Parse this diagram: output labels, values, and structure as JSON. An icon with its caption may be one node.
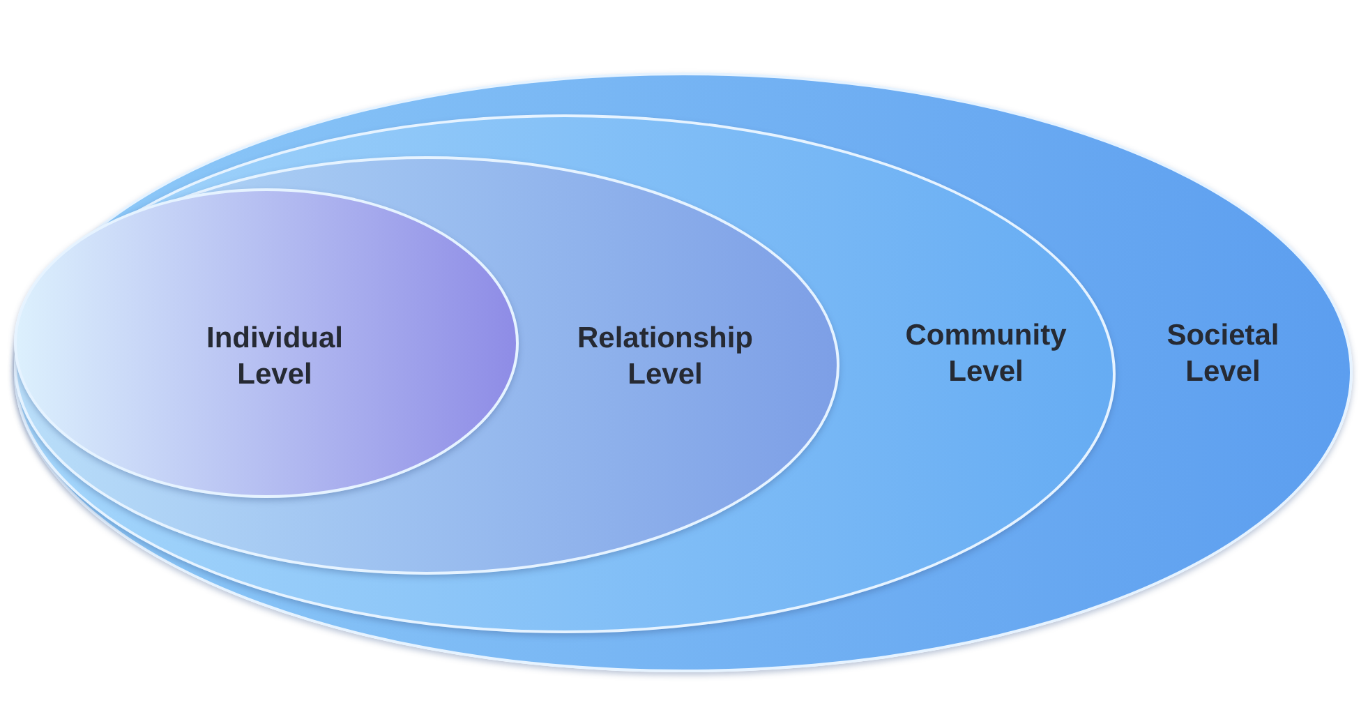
{
  "diagram": {
    "nodes": [
      {
        "text": [
          "Societal Level"
        ]
      },
      {
        "text": [
          "Community Level"
        ],
        "in": 0
      },
      {
        "text": [
          "Relationship Level"
        ],
        "in": 1
      },
      {
        "text": [
          "Individual Level"
        ],
        "in": 2
      }
    ]
  }
}
